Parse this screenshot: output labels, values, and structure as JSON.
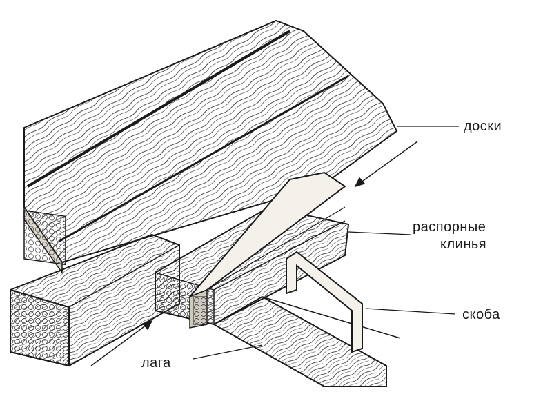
{
  "labels": {
    "boards": "доски",
    "wedges_line1": "распорные",
    "wedges_line2": "клинья",
    "bracket": "скоба",
    "joist": "лага"
  },
  "colors": {
    "ink": "#1a1a1a",
    "paper": "#ffffff",
    "wood": "#f4f1ea",
    "shade": "#cfcac0"
  }
}
